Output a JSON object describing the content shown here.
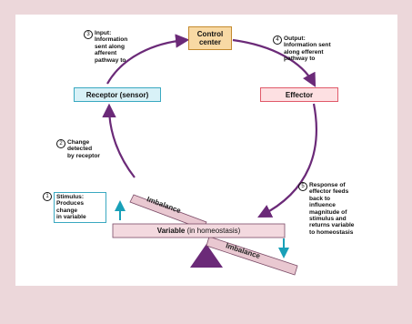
{
  "nodes": {
    "control_center": "Control center",
    "receptor": "Receptor (sensor)",
    "effector": "Effector"
  },
  "variable": {
    "bold": "Variable",
    "normal": "(in homeostasis)"
  },
  "imbalance_label": "Imbalance",
  "steps": {
    "1": {
      "num": "1",
      "text": "Stimulus:\nProduces\nchange\nin variable"
    },
    "2": {
      "num": "2",
      "text": "Change\ndetected\nby receptor"
    },
    "3": {
      "num": "3",
      "text": "Input:\nInformation\nsent along\nafferent\npathway to"
    },
    "4": {
      "num": "4",
      "text": "Output:\nInformation sent\nalong efferent\npathway to"
    },
    "5": {
      "num": "5",
      "text": "Response of\neffector feeds\nback to\ninfluence\nmagnitude of\nstimulus and\nreturns variable\nto homeostasis"
    }
  },
  "colors": {
    "background": "#ecd7da",
    "arrow": "#6b2a78",
    "control_center_fill": "#f8d9a4",
    "receptor_fill": "#d8f1f7",
    "effector_fill": "#fde0e2",
    "stimulus_arrow": "#19a0b8"
  }
}
